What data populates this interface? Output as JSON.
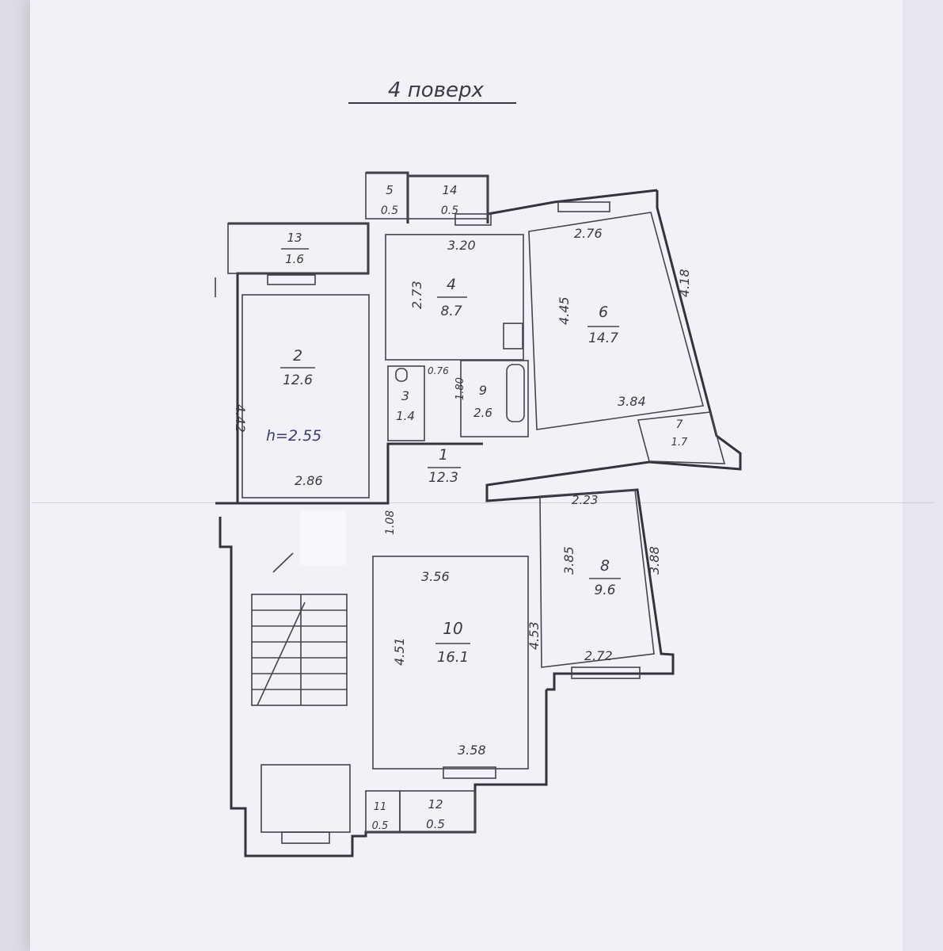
{
  "title": "4 поверх",
  "height_note": "h=2.55",
  "rooms": [
    {
      "num": "1",
      "area": "12.3"
    },
    {
      "num": "2",
      "area": "12.6"
    },
    {
      "num": "3",
      "area": "1.4"
    },
    {
      "num": "4",
      "area": "8.7"
    },
    {
      "num": "5",
      "area": "0.5"
    },
    {
      "num": "6",
      "area": "14.7"
    },
    {
      "num": "7",
      "area": "1.7"
    },
    {
      "num": "8",
      "area": "9.6"
    },
    {
      "num": "9",
      "area": "2.6"
    },
    {
      "num": "10",
      "area": "16.1"
    },
    {
      "num": "11",
      "area": "0.5"
    },
    {
      "num": "12",
      "area": "0.5"
    },
    {
      "num": "13",
      "area": "1.6"
    },
    {
      "num": "14",
      "area": "0.5"
    }
  ],
  "dimensions": [
    "3.20",
    "2.73",
    "2.76",
    "4.45",
    "4.18",
    "3.84",
    "4.42",
    "2.86",
    "0.76",
    "1.80",
    "1.08",
    "2.23",
    "3.85",
    "3.88",
    "2.72",
    "3.56",
    "4.51",
    "4.53",
    "3.58"
  ],
  "colors": {
    "paper": "#f1f1f7",
    "ink": "#3a3a42"
  }
}
